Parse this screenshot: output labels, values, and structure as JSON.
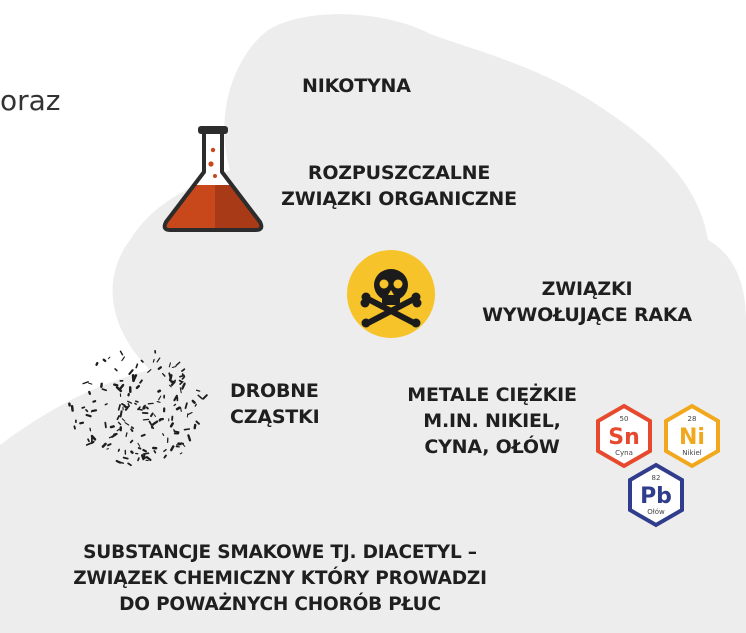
{
  "side_text": "oraz",
  "labels": {
    "nicotine": "NIKOTYNA",
    "organic": [
      "ROZPUSZCZALNE",
      "ZWIĄZKI ORGANICZNE"
    ],
    "carcinogen": [
      "ZWIĄZKI",
      "WYWOŁUJĄCE RAKA"
    ],
    "particles": [
      "DROBNE",
      "CZĄSTKI"
    ],
    "metals": [
      "METALE CIĘŻKIE",
      "M.IN. NIKIEL,",
      "CYNA, OŁÓW"
    ],
    "flavors": [
      "SUBSTANCJE SMAKOWE TJ. DIACETYL –",
      "ZWIĄZEK CHEMICZNY KTÓRY PROWADZI",
      "DO POWAŻNYCH CHORÓB PŁUC"
    ]
  },
  "elements": [
    {
      "symbol": "Sn",
      "number": "50",
      "name": "Cyna",
      "color": "#e6492e"
    },
    {
      "symbol": "Ni",
      "number": "28",
      "name": "Nikiel",
      "color": "#f2a81d"
    },
    {
      "symbol": "Pb",
      "number": "82",
      "name": "Ołów",
      "color": "#2f3d8c"
    }
  ],
  "colors": {
    "cloud": "#ededed",
    "text": "#1f1f1f",
    "flask_liquid": "#c8481c",
    "skull_badge": "#f6c32b"
  },
  "icons": [
    "flask-icon",
    "skull-crossbones-icon",
    "particles-icon"
  ]
}
